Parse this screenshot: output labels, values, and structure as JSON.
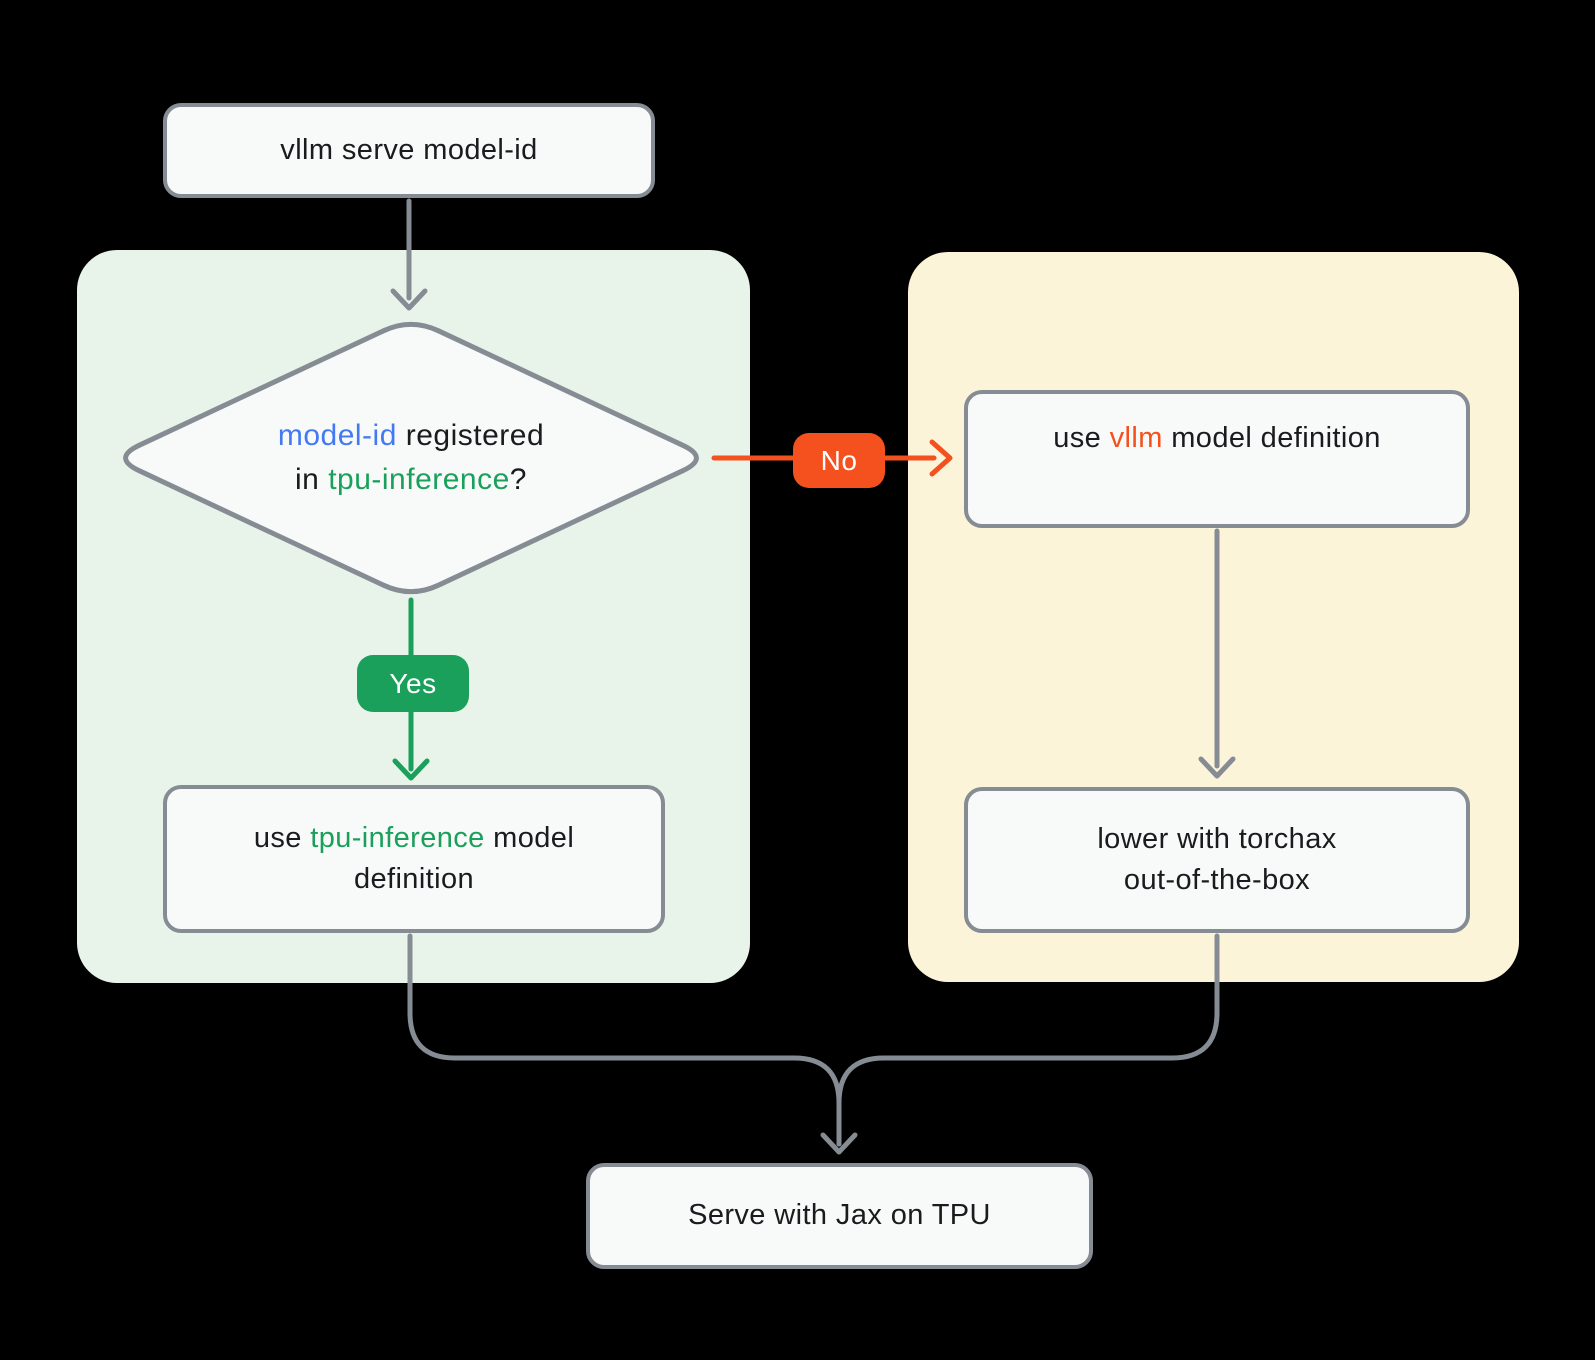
{
  "colors": {
    "background": "#000000",
    "panel_green": "#E8F3E9",
    "panel_yellow": "#FCF4D9",
    "node_fill": "#F8FAF9",
    "node_border": "#858C94",
    "wire_gray": "#858C94",
    "blue": "#4379F2",
    "green": "#1BA05C",
    "orange": "#F4511E",
    "text_dark": "#1A1B1E"
  },
  "nodes": {
    "start": {
      "label": "vllm serve model-id"
    },
    "decision": {
      "lines": [
        [
          {
            "t": "model-id",
            "c": "blue"
          },
          {
            "t": " registered"
          }
        ],
        [
          {
            "t": "in "
          },
          {
            "t": "tpu-inference",
            "c": "green"
          },
          {
            "t": "?"
          }
        ]
      ]
    },
    "use_tpu_inference": {
      "lines": [
        [
          {
            "t": "use "
          },
          {
            "t": "tpu-inference",
            "c": "green"
          },
          {
            "t": " model"
          }
        ],
        [
          {
            "t": "definition"
          }
        ]
      ]
    },
    "use_vllm": {
      "lines": [
        [
          {
            "t": "use "
          },
          {
            "t": "vllm",
            "c": "orange"
          },
          {
            "t": " model definition"
          }
        ]
      ]
    },
    "lower_torchax": {
      "lines": [
        [
          {
            "t": "lower with torchax"
          }
        ],
        [
          {
            "t": "out-of-the-box"
          }
        ]
      ]
    },
    "end": {
      "label": "Serve with Jax on TPU"
    }
  },
  "edges": {
    "yes": {
      "label": "Yes"
    },
    "no": {
      "label": "No"
    }
  }
}
